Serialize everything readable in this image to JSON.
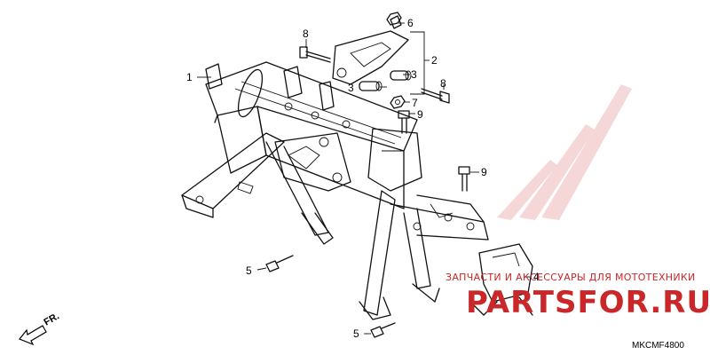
{
  "callouts": {
    "c1": "1",
    "c2": "2",
    "c3a": "3",
    "c3b": "3",
    "c4": "4",
    "c5a": "5",
    "c5b": "5",
    "c6": "6",
    "c7": "7",
    "c8a": "8",
    "c8b": "8",
    "c9a": "9",
    "c9b": "9"
  },
  "watermark": {
    "tagline": "ЗАПЧАСТИ И АКСЕССУАРЫ ДЛЯ МОТОТЕХНИКИ",
    "brand": "PARTSFOR.RU",
    "color": "#c9272a"
  },
  "direction_label": "FR.",
  "diagram_code": "MKCMF4800"
}
